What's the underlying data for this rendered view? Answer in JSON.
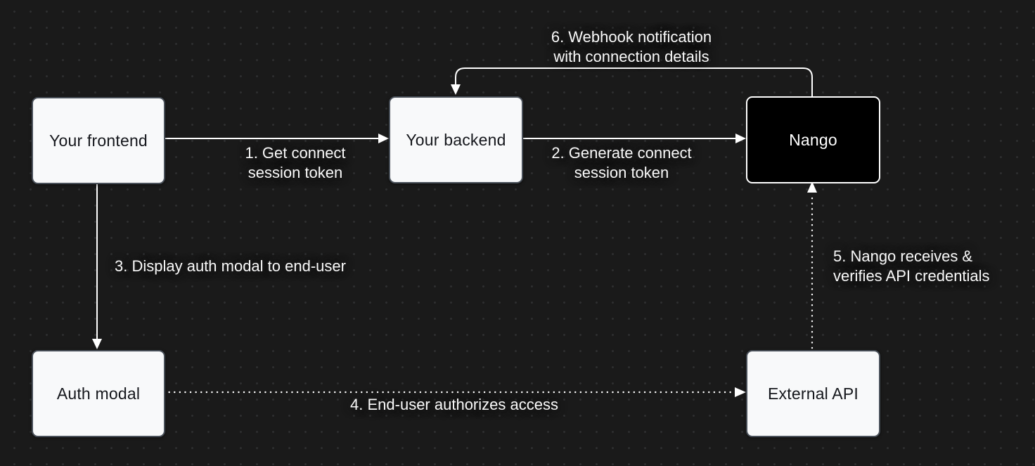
{
  "diagram": {
    "type": "flow-diagram",
    "nodes": [
      {
        "id": "your-frontend",
        "label": "Your frontend",
        "variant": "light"
      },
      {
        "id": "your-backend",
        "label": "Your backend",
        "variant": "light"
      },
      {
        "id": "nango",
        "label": "Nango",
        "variant": "dark"
      },
      {
        "id": "auth-modal",
        "label": "Auth modal",
        "variant": "light"
      },
      {
        "id": "external-api",
        "label": "External API",
        "variant": "light"
      }
    ],
    "edges": [
      {
        "id": "edge-1",
        "from": "your-frontend",
        "to": "your-backend",
        "style": "solid",
        "label": "1. Get connect\nsession token"
      },
      {
        "id": "edge-2",
        "from": "your-backend",
        "to": "nango",
        "style": "solid",
        "label": "2. Generate connect\nsession token"
      },
      {
        "id": "edge-3",
        "from": "your-frontend",
        "to": "auth-modal",
        "style": "solid",
        "label": "3. Display auth modal to end-user"
      },
      {
        "id": "edge-4",
        "from": "auth-modal",
        "to": "external-api",
        "style": "dotted",
        "label": "4. End-user authorizes access"
      },
      {
        "id": "edge-5",
        "from": "external-api",
        "to": "nango",
        "style": "dotted",
        "label": "5. Nango receives &\nverifies API credentials"
      },
      {
        "id": "edge-6",
        "from": "nango",
        "to": "your-backend",
        "style": "solid",
        "label": "6. Webhook notification\nwith connection details"
      }
    ],
    "colors": {
      "background": "#1a1a1a",
      "dot_grid": "#2e2f30",
      "node_light_fill": "#f8f9fa",
      "node_light_border": "#495059",
      "node_light_text": "#15171c",
      "node_dark_fill": "#000000",
      "node_dark_border": "#ffffff",
      "node_dark_text": "#ffffff",
      "connector": "#ffffff",
      "edge_label_text": "#fafafa"
    }
  }
}
